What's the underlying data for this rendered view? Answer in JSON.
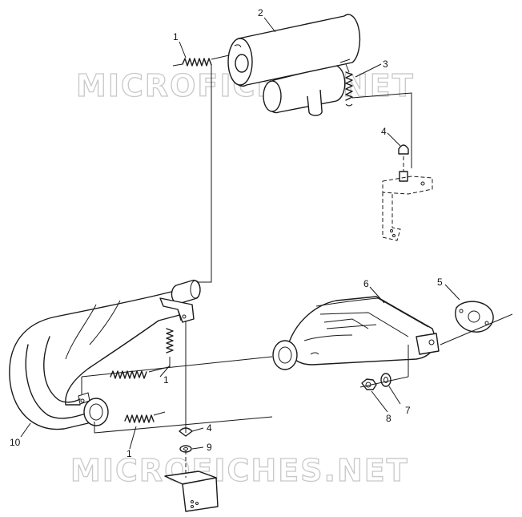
{
  "watermarks": [
    "MICROFICHES.NET",
    "MICROFICHES.NET"
  ],
  "callouts": [
    {
      "id": "c-spring-top",
      "label": "1"
    },
    {
      "id": "c-muffler",
      "label": "2"
    },
    {
      "id": "c-spring-right",
      "label": "3"
    },
    {
      "id": "c-grommet-top",
      "label": "4"
    },
    {
      "id": "c-gasket",
      "label": "5"
    },
    {
      "id": "c-manifold",
      "label": "6"
    },
    {
      "id": "c-washer",
      "label": "7"
    },
    {
      "id": "c-nut",
      "label": "8"
    },
    {
      "id": "c-washer-lower",
      "label": "9"
    },
    {
      "id": "c-exhaust-pipe",
      "label": "10"
    },
    {
      "id": "c-spring-mid",
      "label": "1"
    },
    {
      "id": "c-spring-low",
      "label": "1"
    },
    {
      "id": "c-grommet-low",
      "label": "4"
    }
  ]
}
